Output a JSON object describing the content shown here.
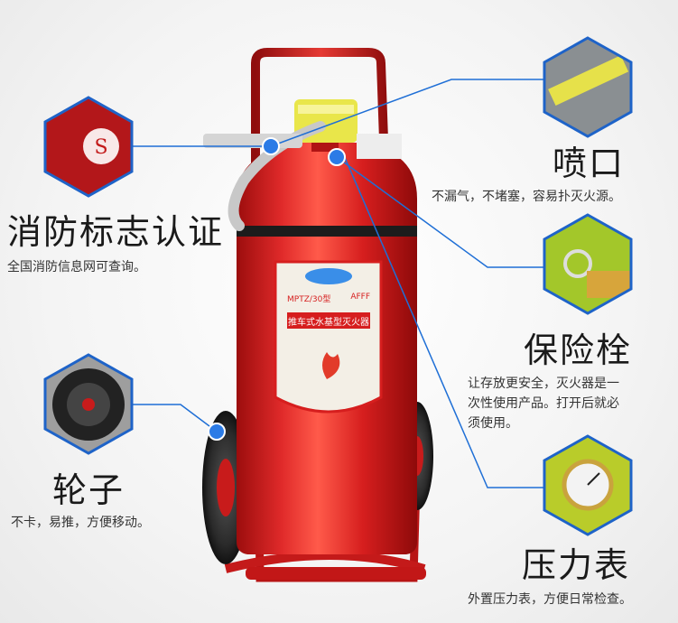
{
  "callouts": {
    "certification": {
      "title": "消防标志认证",
      "desc": "全国消防信息网可查询。",
      "icon": "certification-badge-icon"
    },
    "nozzle": {
      "title": "喷口",
      "desc": "不漏气，不堵塞，容易扑灭火源。",
      "icon": "nozzle-hose-icon"
    },
    "safety_pin": {
      "title": "保险栓",
      "desc_lines": [
        "让存放更安全，灭火器是一",
        "次性使用产品。打开后就必",
        "须使用。"
      ],
      "icon": "safety-pin-icon"
    },
    "wheel": {
      "title": "轮子",
      "desc": "不卡，易推，方便移动。",
      "icon": "wheel-icon"
    },
    "pressure_gauge": {
      "title": "压力表",
      "desc": "外置压力表，方便日常检查。",
      "icon": "pressure-gauge-icon"
    }
  },
  "product_label": {
    "model": "MPTZ/30型",
    "agent": "AFFF",
    "name": "推车式水基型灭火器"
  },
  "colors": {
    "accent_blue": "#1f6fd6",
    "extinguisher_red": "#d81f1f",
    "handle_red": "#c91818",
    "hex_border": "#1e63c8"
  }
}
